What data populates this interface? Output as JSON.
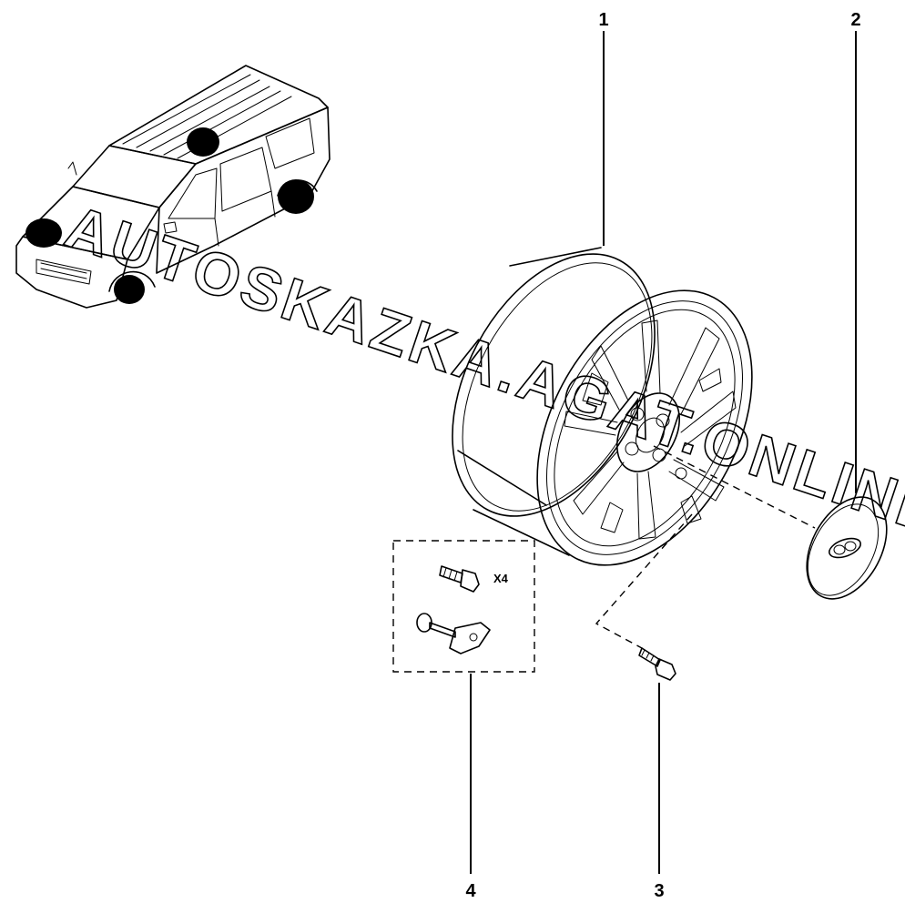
{
  "callouts": [
    {
      "id": "1",
      "label": "1"
    },
    {
      "id": "2",
      "label": "2"
    },
    {
      "id": "3",
      "label": "3"
    },
    {
      "id": "4",
      "label": "4"
    }
  ],
  "kit": {
    "quantity_label": "X4"
  },
  "watermark": {
    "text": "AUTOSKAZKA.AGAT.ONLINE"
  }
}
